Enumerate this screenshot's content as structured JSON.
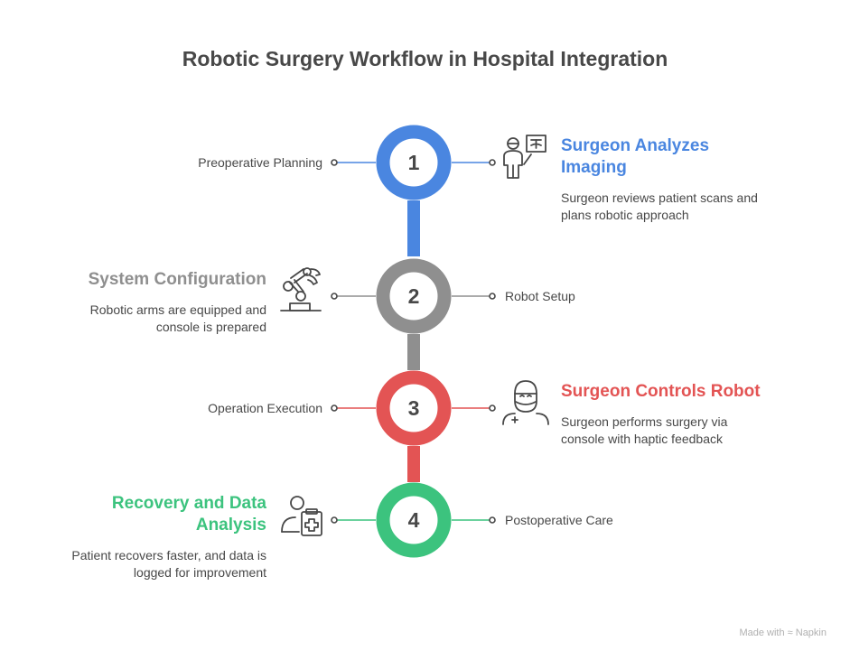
{
  "title": "Robotic Surgery Workflow in Hospital Integration",
  "colors": {
    "step1": "#4a86e0",
    "step2": "#8f8f8f",
    "step3": "#e35454",
    "step4": "#3cc37e",
    "text": "#484848"
  },
  "steps": [
    {
      "number": "1",
      "phase": "Preoperative Planning",
      "heading_line1": "Surgeon Analyzes",
      "heading_line2": "Imaging",
      "desc_line1": "Surgeon reviews patient scans and",
      "desc_line2": "plans robotic approach",
      "icon": "surgeon-imaging-icon"
    },
    {
      "number": "2",
      "phase": "Robot Setup",
      "heading_line1": "System Configuration",
      "desc_line1": "Robotic arms are equipped and",
      "desc_line2": "console is prepared",
      "icon": "robotic-arm-icon"
    },
    {
      "number": "3",
      "phase": "Operation Execution",
      "heading_line1": "Surgeon Controls Robot",
      "desc_line1": "Surgeon performs surgery via",
      "desc_line2": "console with haptic feedback",
      "icon": "surgeon-mask-icon"
    },
    {
      "number": "4",
      "phase": "Postoperative Care",
      "heading_line1": "Recovery and Data",
      "heading_line2": "Analysis",
      "desc_line1": "Patient recovers faster, and data is",
      "desc_line2": "logged for improvement",
      "icon": "patient-clipboard-icon"
    }
  ],
  "footer": {
    "made_with": "Made with",
    "brand": "Napkin"
  }
}
